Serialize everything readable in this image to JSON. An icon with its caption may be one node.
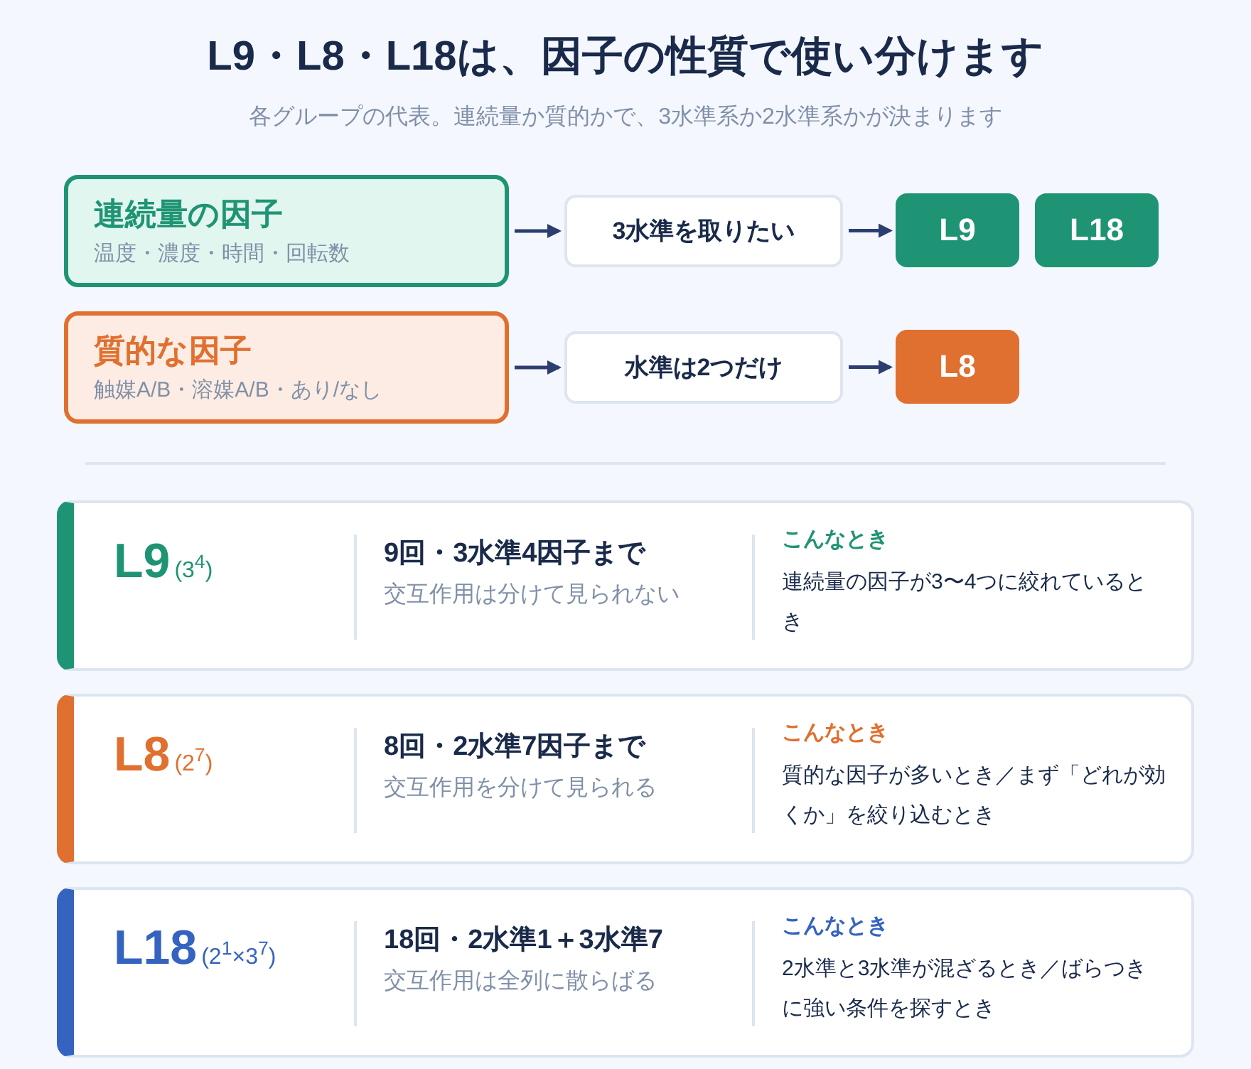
{
  "diagram": {
    "title": "L9・L8・L18は、因子の性質で使い分けます",
    "caption": "各グループの代表。連続量か質的かで、3水準系か2水準系かが決まります",
    "nodes": [
      {
        "text": [
          "連続量の因子",
          "温度・濃度・時間・回転数"
        ]
      },
      {
        "text": [
          "3水準を取りたい"
        ]
      },
      {
        "text": [
          "L9"
        ]
      },
      {
        "text": [
          "L18"
        ]
      },
      {
        "text": [
          "質的な因子",
          "触媒A/B・溶媒A/B・あり/なし"
        ]
      },
      {
        "text": [
          "水準は2つだけ"
        ]
      },
      {
        "text": [
          "L8"
        ]
      },
      {
        "text": [
          "L9",
          "(3$^{4}$)",
          "9回・3水準4因子まで",
          "交互作用は分けて見られない",
          "こんなとき",
          "連続量の因子が3〜4つに絞れているとき"
        ]
      },
      {
        "text": [
          "L8",
          "(2$^{7}$)",
          "8回・2水準7因子まで",
          "交互作用を分けて見られる",
          "こんなとき",
          "質的な因子が多いとき／まず「どれが効くか」を絞り込むとき"
        ]
      },
      {
        "text": [
          "L18",
          "(2$^{1}$×3$^{7}$)",
          "18回・2水準1＋3水準7",
          "交互作用は全列に散らばる",
          "こんなとき",
          "2水準と3水準が混ざるとき／ばらつきに強い条件を探すとき"
        ]
      }
    ],
    "edges": [
      {
        "from": 0,
        "to": 1,
        "arrow": "to"
      },
      {
        "from": 1,
        "to": 2,
        "arrow": "to"
      },
      {
        "from": 4,
        "to": 5,
        "arrow": "to"
      },
      {
        "from": 5,
        "to": 6,
        "arrow": "to"
      }
    ]
  }
}
